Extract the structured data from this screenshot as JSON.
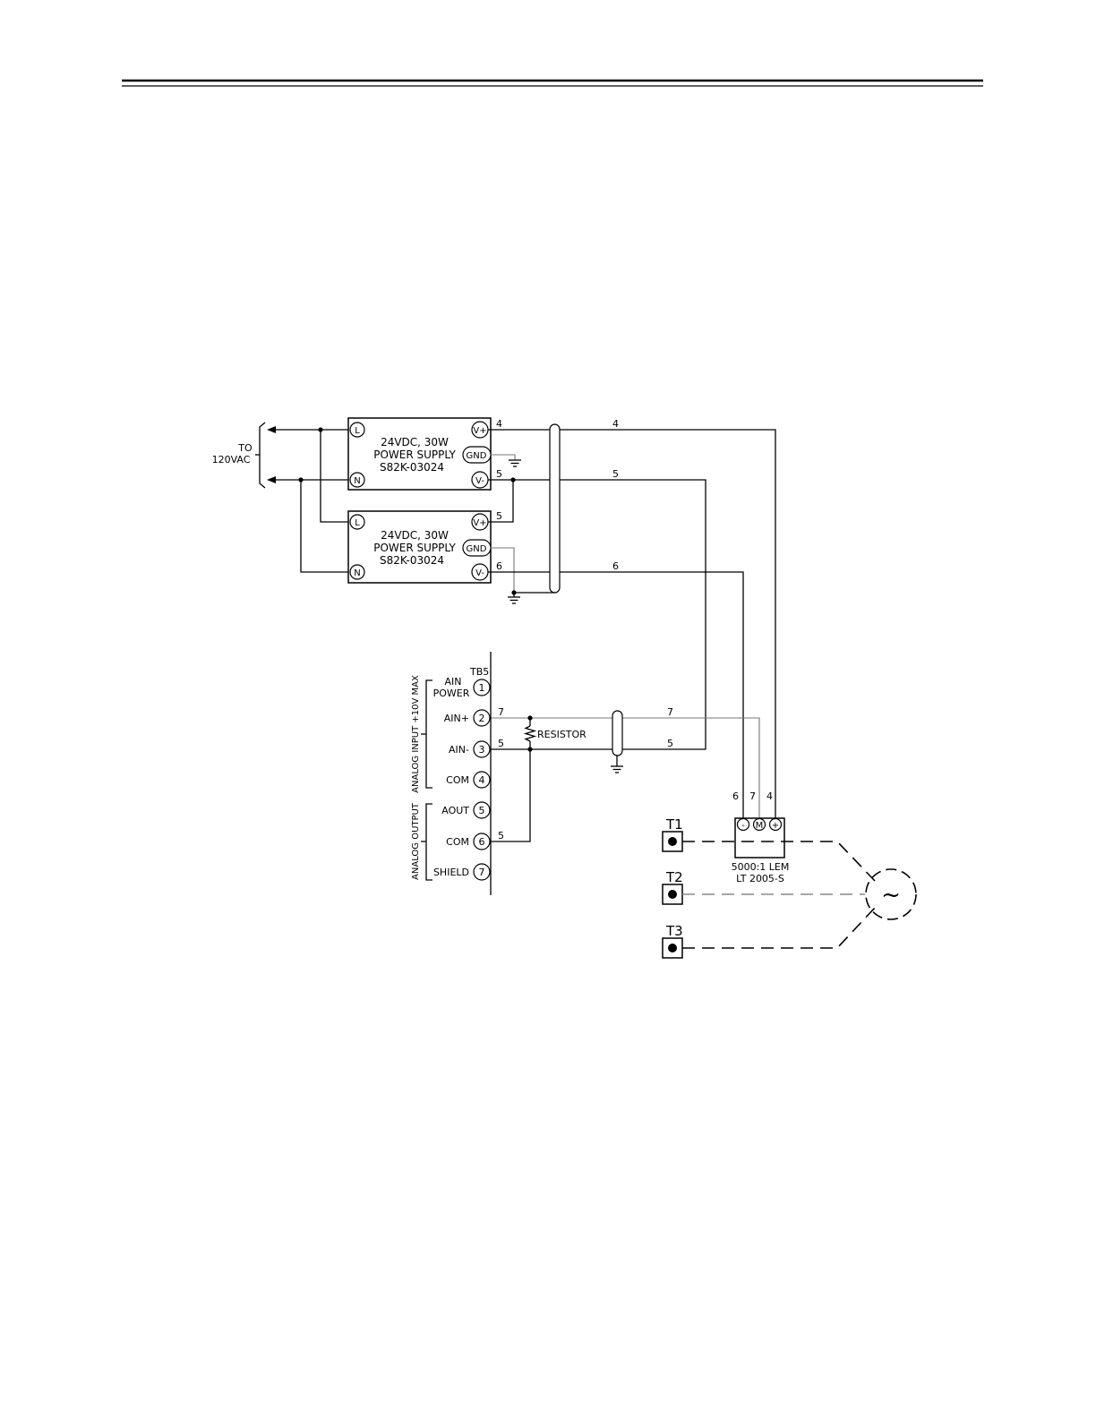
{
  "source": {
    "line1": "TO",
    "line2": "120VAC"
  },
  "power_supplies": [
    {
      "line1": "24VDC, 30W",
      "line2": "POWER SUPPLY",
      "line3": "S82K-03024",
      "terminals": {
        "L": "L",
        "N": "N",
        "Vplus": "V+",
        "GND": "GND",
        "Vminus": "V-"
      }
    },
    {
      "line1": "24VDC, 30W",
      "line2": "POWER SUPPLY",
      "line3": "S82K-03024",
      "terminals": {
        "L": "L",
        "N": "N",
        "Vplus": "V+",
        "GND": "GND",
        "Vminus": "V-"
      }
    }
  ],
  "wire_numbers": {
    "ps1_vplus": "4",
    "ps1_vminus": "5",
    "ps2_vplus": "5",
    "ps2_vminus": "6",
    "run_4": "4",
    "run_5": "5",
    "run_6": "6",
    "ain_plus": "7",
    "ain_minus": "5",
    "ain_plus_run": "7",
    "ain_minus_run": "5",
    "com": "5",
    "lem_6": "6",
    "lem_7": "7",
    "lem_4": "4"
  },
  "terminal_block": {
    "name": "TB5",
    "analog_input_label": "ANALOG INPUT +10V MAX",
    "analog_output_label": "ANALOG OUTPUT",
    "terminals": [
      {
        "num": "1",
        "label_line1": "AIN",
        "label_line2": "POWER"
      },
      {
        "num": "2",
        "label": "AIN+"
      },
      {
        "num": "3",
        "label": "AIN-"
      },
      {
        "num": "4",
        "label": "COM"
      },
      {
        "num": "5",
        "label": "AOUT"
      },
      {
        "num": "6",
        "label": "COM"
      },
      {
        "num": "7",
        "label": "SHIELD"
      }
    ]
  },
  "resistor_label": "RESISTOR",
  "lem": {
    "terminals": {
      "minus": "-",
      "m": "M",
      "plus": "+"
    },
    "line1": "5000:1 LEM",
    "line2": "LT 2005-S"
  },
  "motor_terminals": [
    "T1",
    "T2",
    "T3"
  ],
  "motor_symbol": "~"
}
